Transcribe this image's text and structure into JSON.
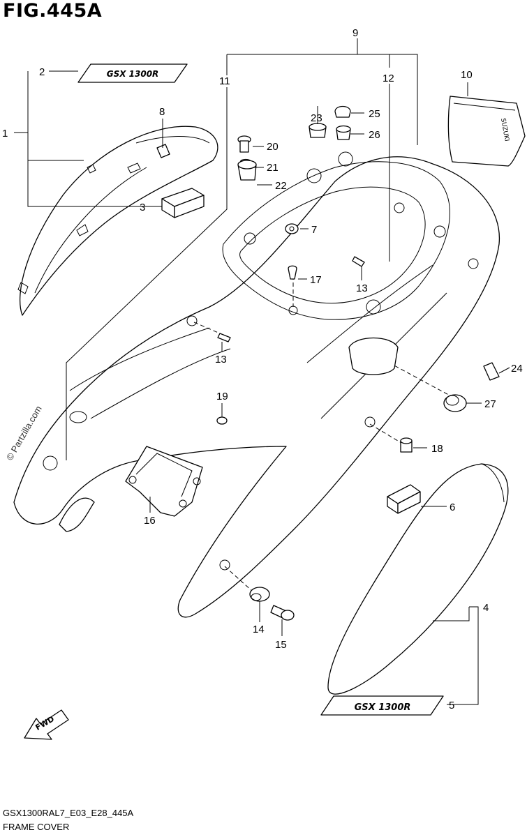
{
  "figure": {
    "title": "FIG.445A",
    "model_code": "GSX1300RAL7_E03_E28_445A",
    "section_name": "FRAME COVER",
    "watermark": "© Partzilla.com"
  },
  "callouts": {
    "c1": "1",
    "c2": "2",
    "c3": "3",
    "c4": "4",
    "c5": "5",
    "c6": "6",
    "c7": "7",
    "c8": "8",
    "c9": "9",
    "c10": "10",
    "c11": "11",
    "c12": "12",
    "c13a": "13",
    "c13b": "13",
    "c14": "14",
    "c15": "15",
    "c16": "16",
    "c17": "17",
    "c18": "18",
    "c19": "19",
    "c20": "20",
    "c21": "21",
    "c22": "22",
    "c23": "23",
    "c24": "24",
    "c25": "25",
    "c26": "26",
    "c27": "27"
  },
  "labels": {
    "fwd": "FWD",
    "tail_emblem": "SUZUKI",
    "decal_top": "GSX 1300R",
    "decal_bottom": "GSX 1300R"
  }
}
